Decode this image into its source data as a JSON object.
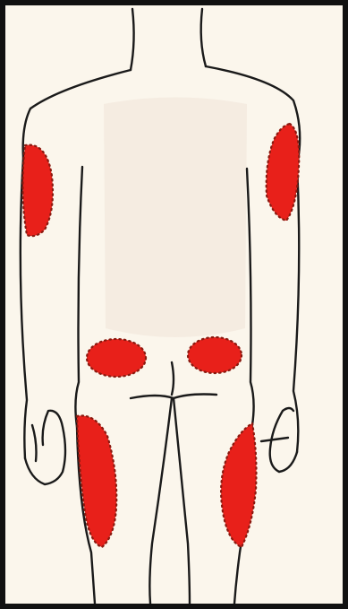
{
  "image": {
    "description_icon": "human-back-figure-icon",
    "colors": {
      "paper": "#fbf6ec",
      "frame": "#111111",
      "outline": "#1a1a1a",
      "injection_zone": "#e8201a",
      "zone_border": "#8a1a10"
    }
  },
  "injection_sites": [
    {
      "id": "left-upper-arm"
    },
    {
      "id": "right-upper-arm"
    },
    {
      "id": "left-buttock"
    },
    {
      "id": "right-buttock"
    },
    {
      "id": "left-thigh"
    },
    {
      "id": "right-thigh"
    }
  ]
}
